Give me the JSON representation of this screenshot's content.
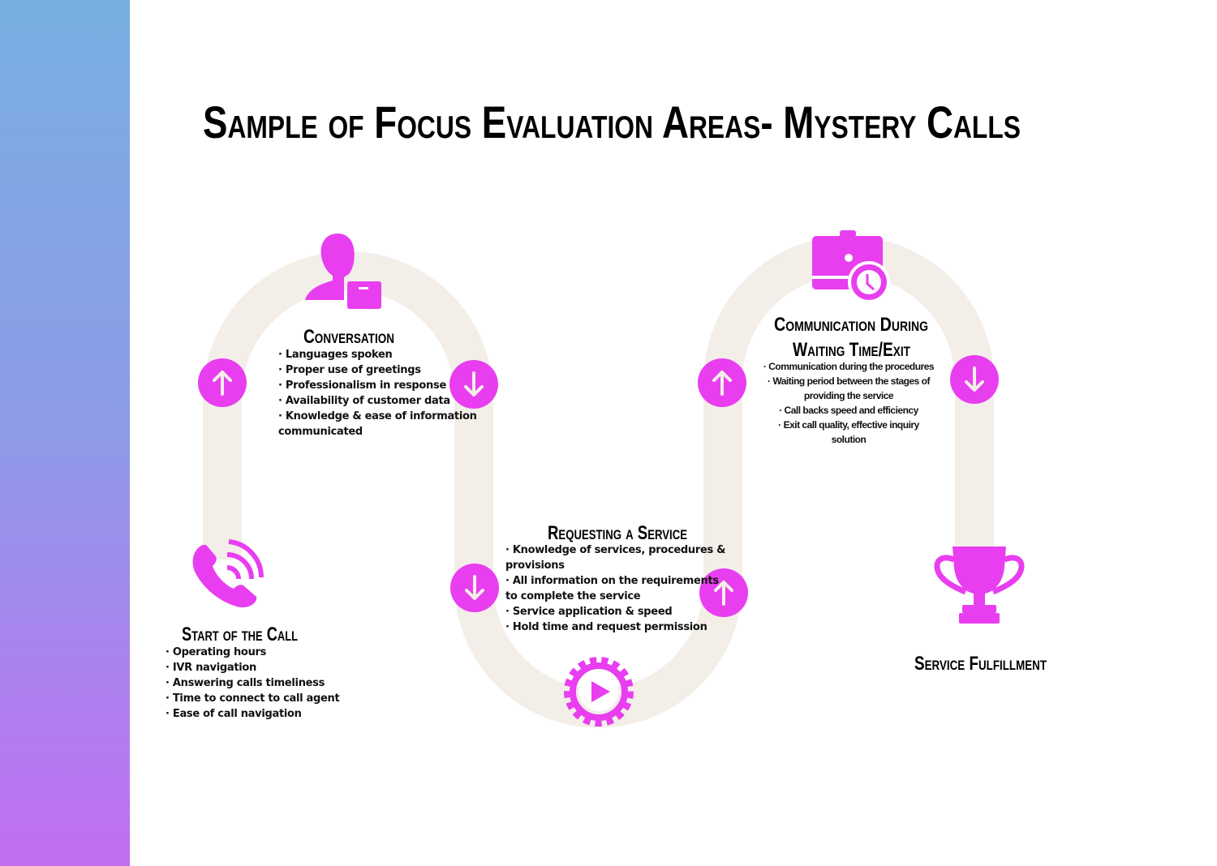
{
  "title": "Sample of Focus Evaluation Areas- Mystery Calls",
  "colors": {
    "accent": "#e83ef0",
    "track": "#f3eee8",
    "sidebar_top": "#78afe2",
    "sidebar_bottom": "#c26ef3"
  },
  "stages": [
    {
      "icon": "phone-icon",
      "heading": "Start of the Call",
      "items": [
        "· Operating hours",
        "· IVR navigation",
        "· Answering calls timeliness",
        "· Time to connect to call agent",
        "· Ease of call navigation"
      ]
    },
    {
      "icon": "agent-icon",
      "heading": "Conversation",
      "items": [
        "· Languages spoken",
        "· Proper use of greetings",
        "· Professionalism in response",
        "· Availability of customer data",
        "· Knowledge & ease of information",
        "communicated"
      ]
    },
    {
      "icon": "gear-play-icon",
      "heading": "Requesting a Service",
      "items": [
        "· Knowledge of services, procedures &",
        "provisions",
        "· All information on the requirements",
        "to complete the service",
        "· Service application & speed",
        "· Hold time and request permission"
      ]
    },
    {
      "icon": "briefcase-clock-icon",
      "heading_lines": [
        "Communication During",
        "Waiting Time/Exit"
      ],
      "items": [
        "· Communication during the procedures",
        "· Waiting period between the stages of",
        "providing the service",
        "· Call backs speed and efficiency",
        "· Exit call quality, effective inquiry",
        "solution"
      ]
    },
    {
      "icon": "trophy-icon",
      "heading": "Service Fulfillment",
      "items": []
    }
  ]
}
